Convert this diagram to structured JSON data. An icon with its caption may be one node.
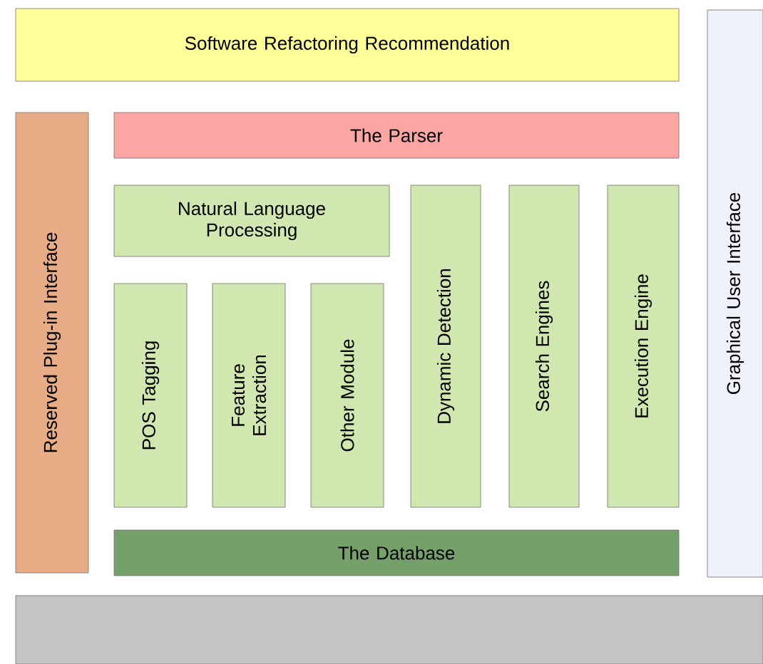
{
  "diagram": {
    "nodes": [
      {
        "text": [
          "Software Refactoring Recommendation"
        ]
      },
      {
        "text": [
          "Graphical User Interface"
        ]
      },
      {
        "text": [
          "Reserved Plug-in Interface"
        ]
      },
      {
        "text": [
          "The Parser"
        ]
      },
      {
        "text": [
          "Natural Language Processing"
        ]
      },
      {
        "text": [
          "POS Tagging"
        ]
      },
      {
        "text": [
          "Feature Extraction"
        ]
      },
      {
        "text": [
          "Other Module"
        ]
      },
      {
        "text": [
          "Dynamic Detection"
        ]
      },
      {
        "text": [
          "Search Engines"
        ]
      },
      {
        "text": [
          "Execution Engine"
        ]
      },
      {
        "text": [
          "The Database"
        ]
      },
      {
        "text": [],
        "shape": "box"
      }
    ]
  }
}
